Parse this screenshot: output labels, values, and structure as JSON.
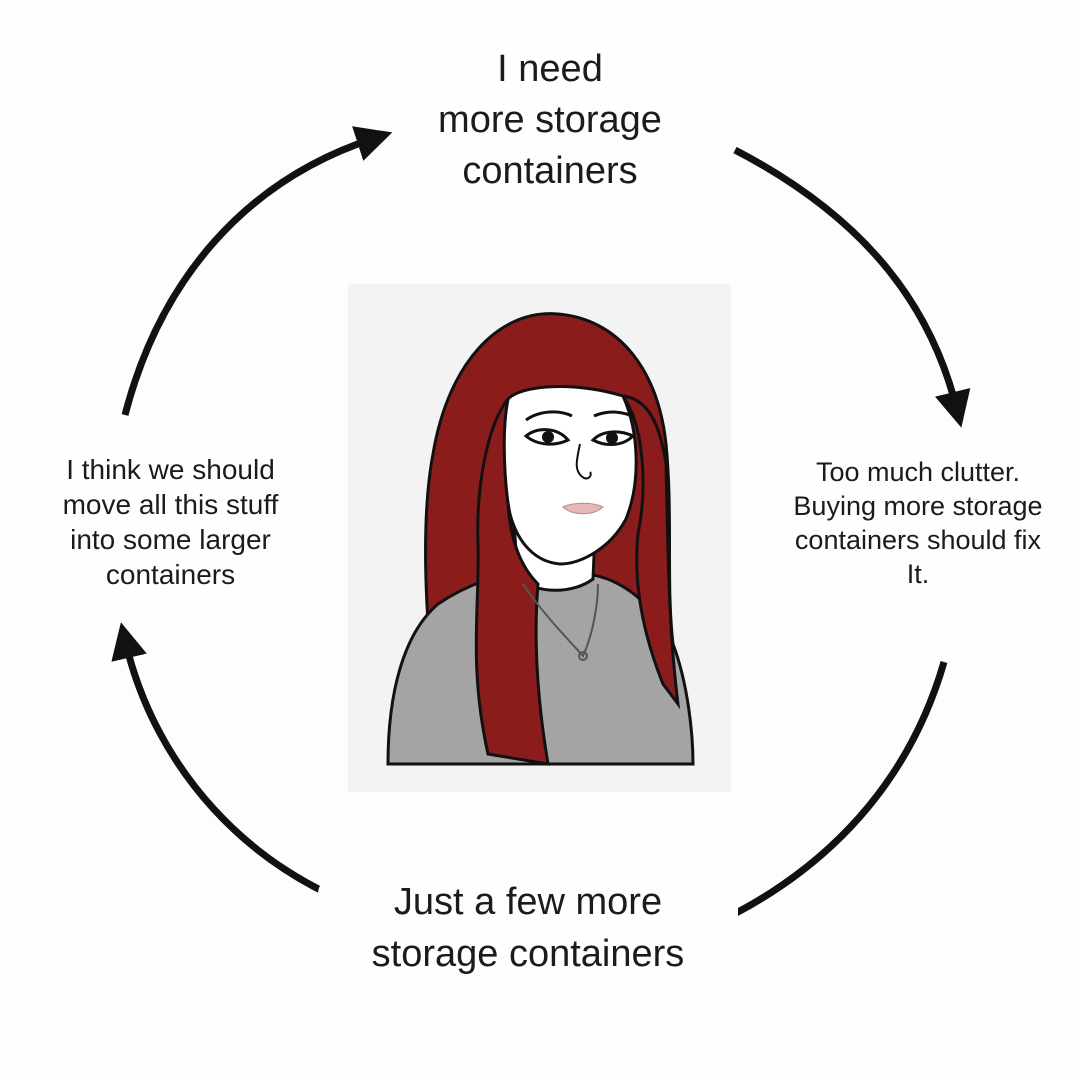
{
  "diagram": {
    "cycle_steps": [
      {
        "lines": [
          "I need",
          "more storage",
          "containers"
        ]
      },
      {
        "lines": [
          "Too much clutter.",
          "Buying more storage",
          "containers should fix",
          "It."
        ]
      },
      {
        "lines": [
          "Just a few more",
          "storage containers"
        ]
      },
      {
        "lines": [
          "I think we should",
          "move all this stuff",
          "into some larger",
          "containers"
        ]
      }
    ],
    "arrow_color": "#111111",
    "hair_color": "#8b1c1c",
    "sweater_color": "#a4a4a4",
    "skin_color": "#ffffff"
  }
}
